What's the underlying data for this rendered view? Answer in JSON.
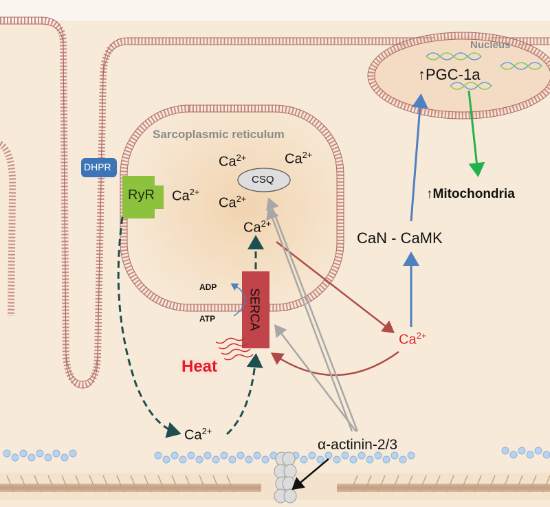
{
  "labels": {
    "nucleus": "Nucleus",
    "pgc": "↑PGC-1a",
    "sr": "Sarcoplasmic reticulum",
    "dhpr": "DHPR",
    "ryr": "RyR",
    "csq": "CSQ",
    "serca": "SERCA",
    "adp": "ADP",
    "atp": "ATP",
    "heat": "Heat",
    "mito": "↑Mitochondria",
    "can": "CaN - CaMK",
    "actinin": "α-actinin-2/3",
    "ca_base": "Ca",
    "ca_sup": "2+"
  },
  "colors": {
    "background": "#f7ead8",
    "membrane": "#c98a86",
    "dhpr": "#3d74b8",
    "ryr": "#8dc23f",
    "serca": "#c0444a",
    "heat": "#e01b24",
    "ca_cytosol": "#e0241e",
    "blue_arrow": "#4f80c0",
    "green_arrow": "#22b24c",
    "red_arrow": "#b04a48",
    "gray_arrow": "#a7a7a7",
    "dashed_arrow": "#1e4f50"
  }
}
